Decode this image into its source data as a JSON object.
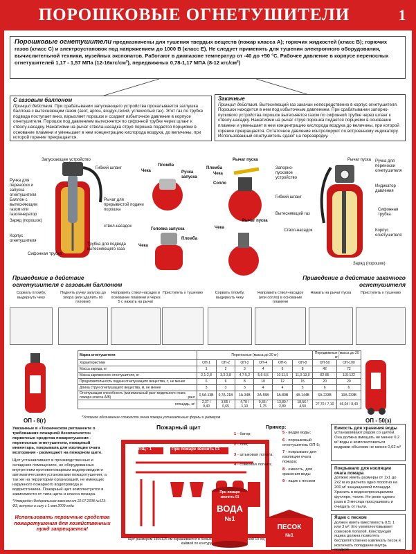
{
  "header": {
    "title": "ПОРОШКОВЫЕ ОГНЕТУШИТЕЛИ",
    "page_number": "1"
  },
  "intro": {
    "lead": "Порошковые огнетушители",
    "text": "предназначены для тушения твердых веществ (пожар класса А); горючих жидкостей (класс В); горючих газов (класс С) и электроустановок под напряжением до 1000 В (класс Е). Не следует применять для тушения электронного оборудования, вычислительной техники, музейных экспонатов. Работают в диапазоне температур от -40 до +50 °С. Рабочее давление в корпусе переносных огнетушителей 1,17 - 1,57 МПа (12-16кгс/см²), передвижных 0,78-1,17 МПА (8-12 кгс/см²)"
  },
  "gas_cylinder_box": {
    "title": "С газовым баллоном",
    "subtitle": "Принцип действия.",
    "text": "При срабатывании запускающего устройства прокалывается заглушка баллона с вытесняющим газом (азот, аргон, воздух,гелий, углекислый газ). Этот газ по трубке подвода поступает вниз, взрыхляет порошок и создает избыточное давление в корпусе огнетушителя. Порошок под давлением вытесняется по сифонной трубке через шланг к стволу-насадку. Нажатиями на рычаг ствола-насадка струя порошка подается порциями в основание пламени и уменьшает в нем концентрацию кислорода воздуха, до величины, при которой горение прекращается."
  },
  "stored_pressure_box": {
    "title": "Закачные",
    "subtitle": "Принцип действия.",
    "text": "Вытесняющий газ закачан непосредственно в корпус огнетушителя. Порошок находится в нем под избыточным давлением. При срабатывании запорно-пускового устройства порошок вытесняется газом по сифонной трубке через шланг к стволу-насадку. Нажатиями на рычаг струя порошка подается порциями в основание пламени и уменьшает в нем концентрацию кислорода воздуха до величины, при которой горение прекращается. Остаточное давление контролируют по встроенному индикатору. Использованный огнетушитель сдают на перезарядку."
  },
  "left_labels": {
    "trigger": "Запускающее устройство",
    "handle": "Ручка для переноски и запуска огнетушителя",
    "cylinder": "Баллон с вытесняющим газом или газогенератор",
    "charge": "Заряд (порошок)",
    "body": "Корпус огнетушителя",
    "siphon": "Сифонная трубка",
    "hose": "Гибкий шланг",
    "lever": "Рычаг для прерывистой подачи порошка",
    "nozzle": "ствол-насадок",
    "gas_tube": "Трубка для подвода вытесняющего газа"
  },
  "middle_labels": {
    "seal1": "Пломба",
    "pin1": "Чека",
    "handle_start": "Ручка запуска",
    "start_head": "Головка запуска",
    "seal2": "Пломба",
    "pin2": "Чека",
    "seal3": "Пломба",
    "pin3": "Чека",
    "lever_start1": "Рычаг пуска",
    "pin4": "Чека",
    "nozzle_cap": "Сопло",
    "lever_start2": "Рычаг пуска"
  },
  "right_labels": {
    "lever": "Рычаг пуска",
    "valve": "Запорно-пусковое устройство",
    "handle": "Ручка для переноски огнетушителя",
    "indicator": "Индикатор давления",
    "hose": "Гибкий шланг",
    "gas": "Вытесняющий газ",
    "siphon": "Сифонная трубка",
    "nozzle": "Ствол-насадок",
    "body": "Корпус огнетушителя",
    "charge": "Заряд (порошок)"
  },
  "steps_gas": {
    "title": "Приведение в действие огнетушителя с газовым баллоном",
    "items": [
      "Сорвать пломбу, выдернуть чеку",
      "Поднять ручку запуска до упора (или удалить по головке)",
      "Направить ствол-насадок в основание пламени и через 5 с нажать на рычаг",
      "Приступить к тушению"
    ]
  },
  "steps_stored": {
    "title": "Приведение в действие закачного огнетушителя",
    "items": [
      "Сорвать пломбу, выдернуть чеку",
      "Направить ствол-насадок (или сопло) в основание пламени",
      "Нажать на рычаг пуска",
      "Приступить к тушению"
    ]
  },
  "spec_table": {
    "col_model": "Марка огнетушителя",
    "col_char": "Характеристики",
    "group_portable": "Переносные (масса до 20 кг)",
    "group_mobile": "Передвижные (масса до 20 кг)",
    "models": [
      "ОП-1",
      "ОП-2",
      "ОП-3",
      "ОП-4",
      "ОП-6",
      "ОП-8",
      "ОП-50",
      "ОП-100"
    ],
    "rows": [
      {
        "label": "Масса заряда, кг",
        "values": [
          "1",
          "2",
          "3",
          "4",
          "6",
          "8",
          "42",
          "72"
        ]
      },
      {
        "label": "Масса заряженного огнетушителя, кг",
        "values": [
          "2,1-2,8",
          "3,3-3,8",
          "4,7-5,2",
          "5,6-6,5",
          "10-11,5",
          "11,3-13,0",
          "82-85",
          "115-122"
        ]
      },
      {
        "label": "Продолжительность подачи огнетушащего вещества, с, не менее",
        "values": [
          "6",
          "6",
          "8",
          "10",
          "12",
          "15",
          "20",
          "20"
        ]
      },
      {
        "label": "Длина струи огнетушащего вещества, м, не менее",
        "values": [
          "3",
          "3",
          "3",
          "4",
          "4",
          "5",
          "6",
          "6"
        ]
      },
      {
        "label": "Огнетушащая способность (минимальный ранг модельного очага пожара класса А/В)",
        "sub": "ранг",
        "values": [
          "0,5А-13В",
          "0,7А-21В",
          "1А-34В",
          "2А-55В",
          "3А-89В",
          "4А-144В",
          "6А-233В",
          "10А-233В"
        ]
      },
      {
        "label": "",
        "sub": "площадь, м²",
        "values": [
          "2,37 / 0,40",
          "3,55 / 0,65",
          "4,70 / 1,10",
          "9,36 / 1,75",
          "13,89 / 2,80",
          "18,56 / 4,50",
          "27,70 / 7,10",
          "46,04 / 8,40"
        ]
      }
    ],
    "footnote": "*Условное обозначение сложности очага пожара установленных формы и размеров"
  },
  "ext_captions": {
    "op8": "ОП - 8(г)",
    "op50": "ОП - 50(з)"
  },
  "left_info": {
    "text1": "Указанные в «Техническом регламенте о требованиях пожарной безопасности» первичные средства пожаротушения - переносные огнетушители, пожарный инвентарь, покрывала для изоляции очага возгорания - размещают на пожарном щите.",
    "text2": "Щит устанавливают в производственных и складских помещениях, не оборудованных внутренним противопожарным водопроводом и автоматическими установками пожаротушения, а так же на территории организаций, не имеющих наружного пожарного водопровода и водоисточника. Пожарный щит комплектуется в зависимости от типа щита и класса пожара.",
    "approval": "*Утвержден Федеральным законом от 22.07.2008 №123-ФЗ, вступил в силу с 1 мая 2009 года",
    "warning": "Использовать первичные средства пожаротушения для хозяйственных нужд запрещается!"
  },
  "shield": {
    "title": "Пожарный щит",
    "plate_left": "ПЩ - 1",
    "plate_right": "При пожаре звонить 01",
    "caption": "Щит размером 140х125 см окрашивается в белый цвет с красной, шириной 10 см, каймой по контуру",
    "water": "ВОДА",
    "water_num": "№1",
    "water_sign": "При пожаре звонить 01",
    "sand": "ПЕСОК",
    "sand_num": "№1"
  },
  "legend": {
    "title": "Пример:",
    "items": [
      {
        "n": "1",
        "t": "багор;"
      },
      {
        "n": "2",
        "t": "лом;"
      },
      {
        "n": "3",
        "t": "штыковая лопата;"
      },
      {
        "n": "4",
        "t": "совковая лопата;"
      },
      {
        "n": "5",
        "t": "ведро воды;"
      },
      {
        "n": "6",
        "t": "порошковый огнетушитель ОП-5;"
      },
      {
        "n": "7",
        "t": "покрывало для изоляции очага пожара;"
      },
      {
        "n": "8",
        "t": "емкость, для хранения воды"
      },
      {
        "n": "9",
        "t": "ящик с песком"
      }
    ]
  },
  "right_info": {
    "water_title": "Емкость для хранения воды",
    "water_text": "устанавливают рядом со щитом. Она должна вмещать не менее 0,2 м³ воды и комплектоваться ведрами объемом не менее 0,02 м³",
    "blanket_title": "Покрывало для изоляции очага пожара",
    "blanket_text": "должно иметь размеры от 1х1 до 2х2 м из расчета одно полотно на 200 м² защищаемой площади. Хранить в водонепроницаемом футляре, чехле. Не реже одного раза в 3 месяца просушивать и очищать от пыли.",
    "sand_title": "Ящик с песком",
    "sand_text": "должен иметь вместимость 0,5; 1 или 3 м³. Его укомплектовывают совковой лопатой. Конструкция ящика должна позволять беспрепятственно извлекать песок и исключать попадание внутрь осадков"
  },
  "colors": {
    "brand_red": "#d42020",
    "extinguisher_red": "#d51c1c",
    "panel_white": "#ffffff"
  }
}
